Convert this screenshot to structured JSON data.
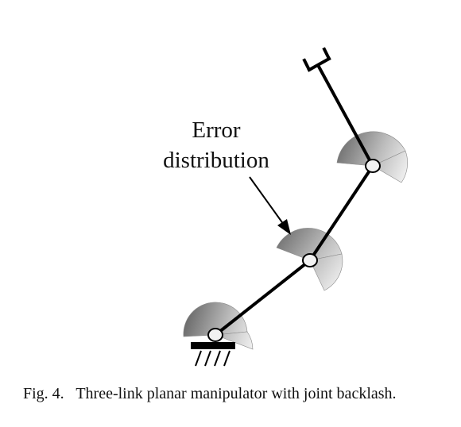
{
  "annotation": {
    "line1": "Error",
    "line2": "distribution"
  },
  "caption": "Fig. 4.   Three-link planar manipulator with joint backlash.",
  "colors": {
    "link": "#000000",
    "joint_fill": "#f2f2f2",
    "sector_dark": "#6e6e6e",
    "sector_light": "#f2f2f2"
  }
}
